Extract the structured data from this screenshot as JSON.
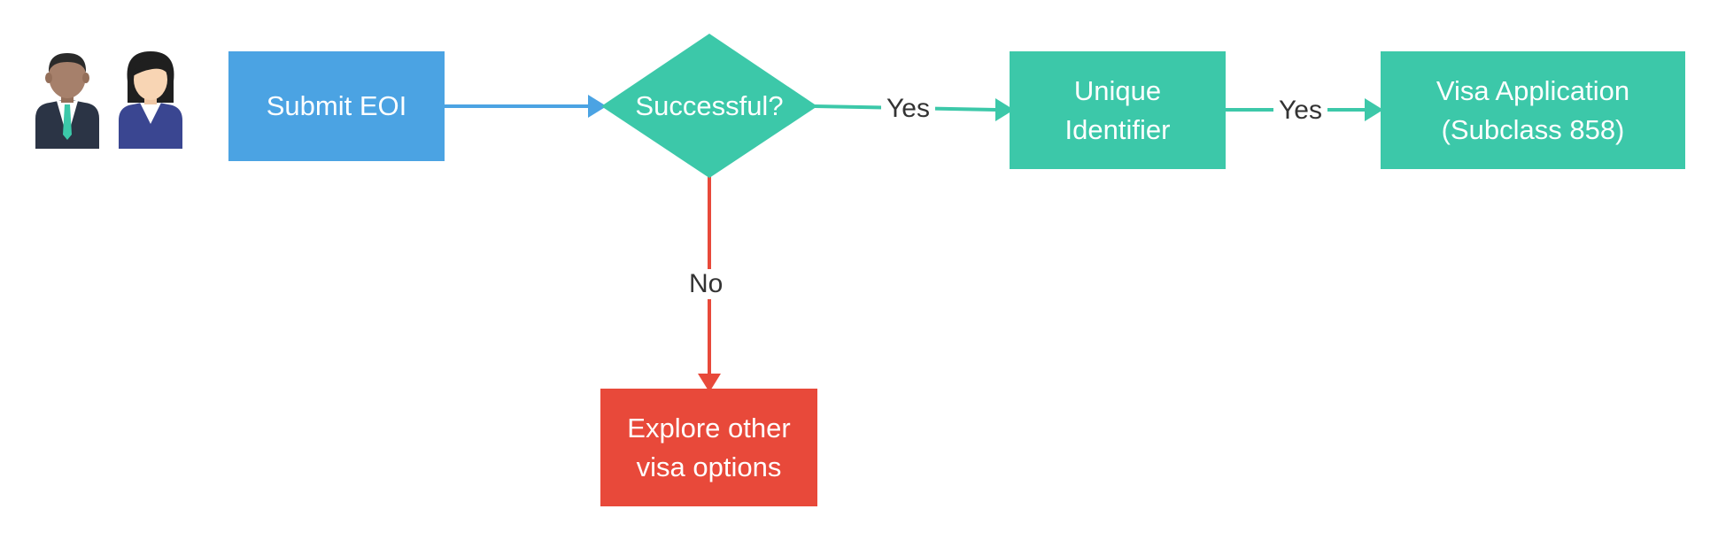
{
  "colors": {
    "blue": "#4BA3E3",
    "teal": "#3CC8A9",
    "red": "#E8493A",
    "label": "#333333"
  },
  "icons": [
    "businessman-icon",
    "businesswoman-icon"
  ],
  "nodes": {
    "submit": {
      "label": "Submit EOI"
    },
    "decision": {
      "label": "Successful?"
    },
    "unique": {
      "line1": "Unique",
      "line2": "Identifier"
    },
    "visa": {
      "line1": "Visa Application",
      "line2": "(Subclass 858)"
    },
    "explore": {
      "line1": "Explore other",
      "line2": "visa options"
    }
  },
  "edges": {
    "decision_unique": "Yes",
    "unique_visa": "Yes",
    "decision_explore": "No"
  }
}
